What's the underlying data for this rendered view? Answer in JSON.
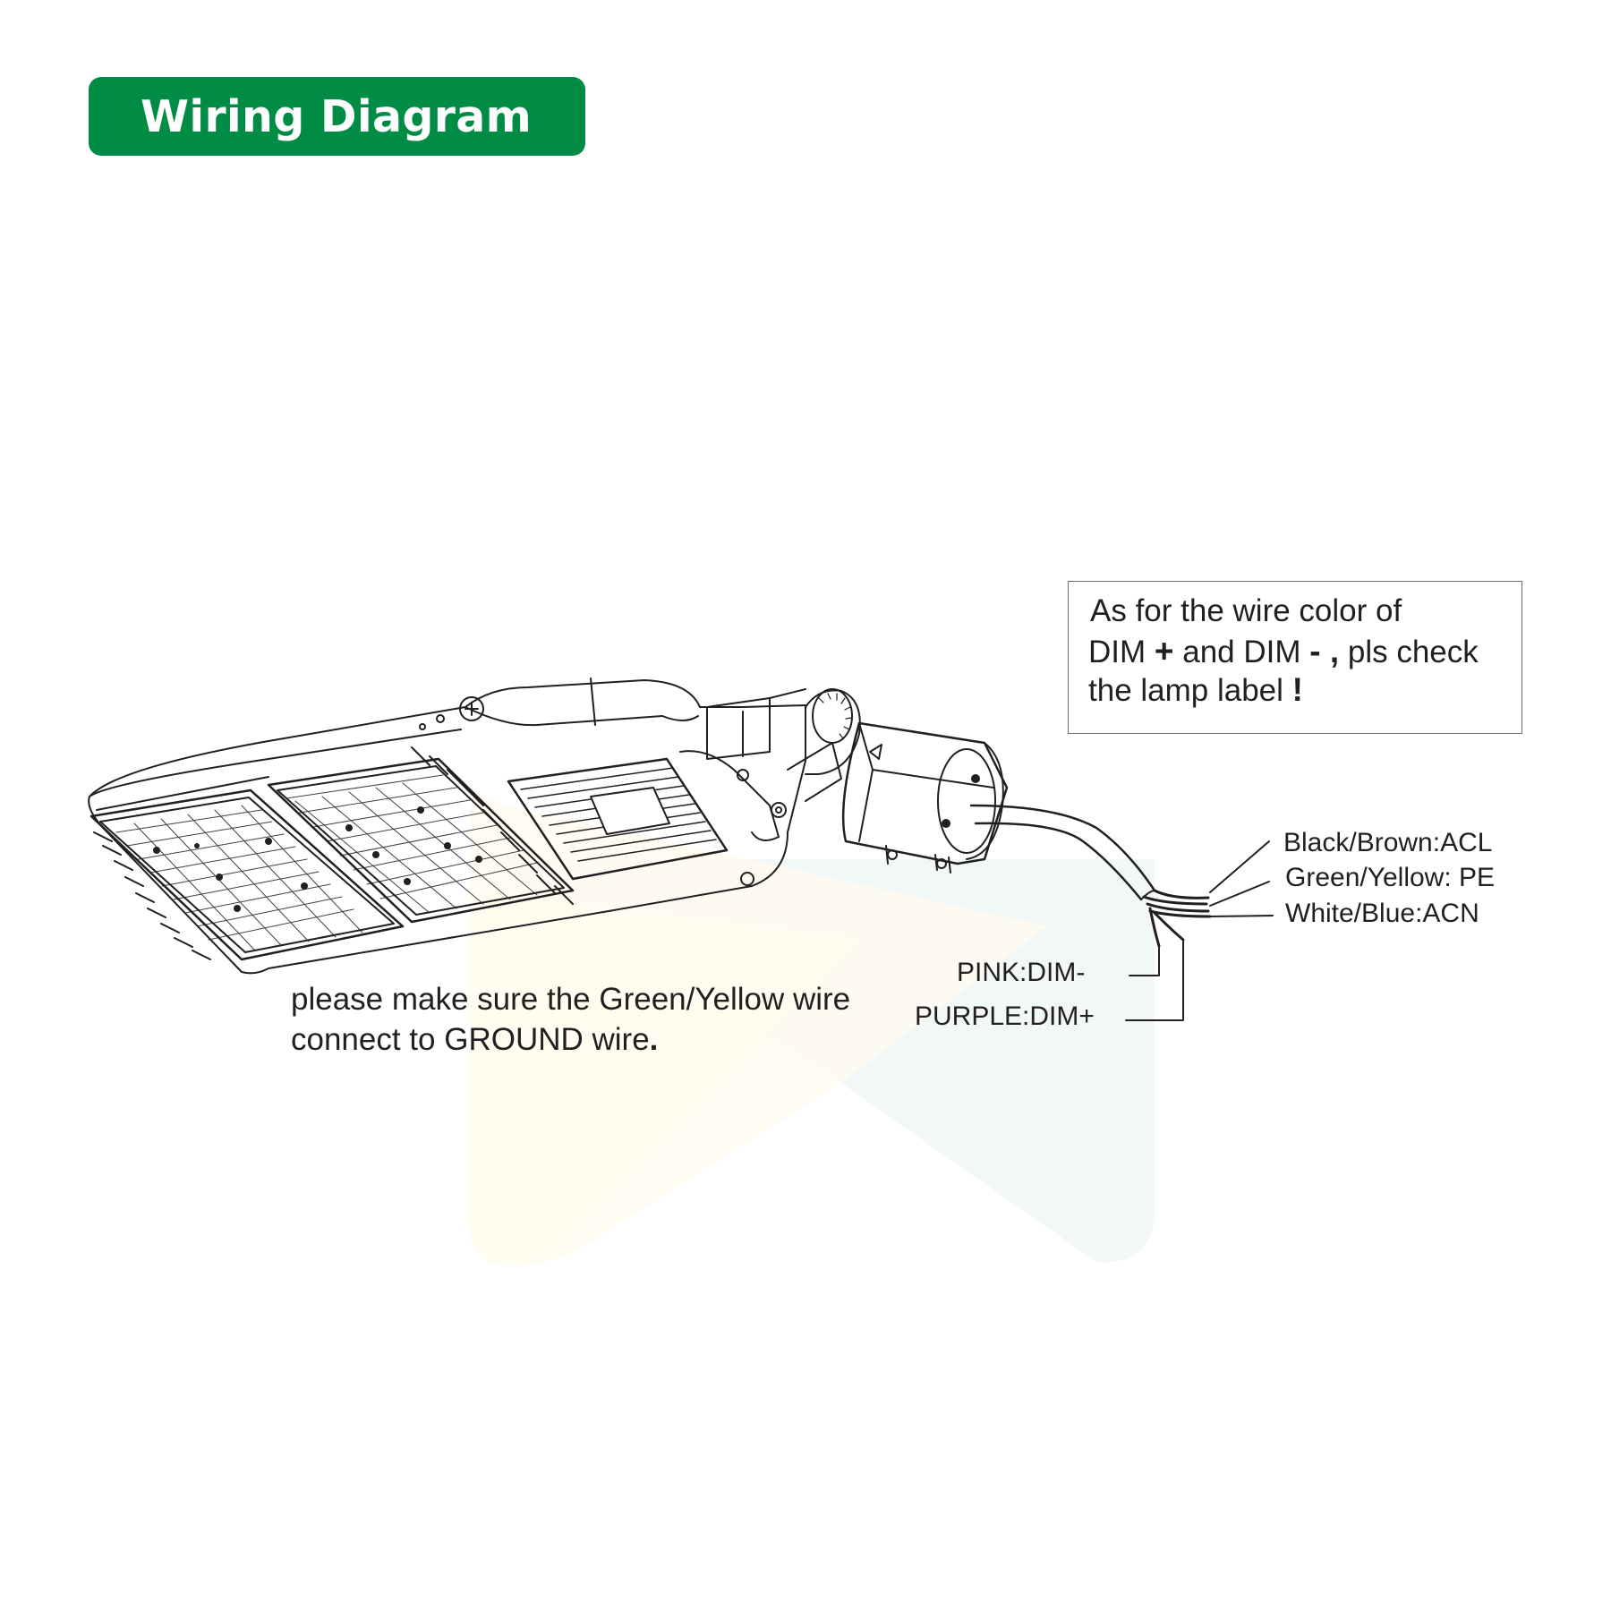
{
  "header": {
    "title": "Wiring Diagram",
    "badge_color": "#008c45"
  },
  "note": {
    "line1": "As for the wire color of",
    "line2_a": "DIM",
    "line2_plus": "+",
    "line2_b": "and DIM",
    "line2_minus": "- ,",
    "line2_c": "pls check",
    "line3": "the lamp label",
    "line3_mark": "!"
  },
  "wires": {
    "acl": "Black/Brown:ACL",
    "pe": "Green/Yellow: PE",
    "acn": "White/Blue:ACN",
    "dim_minus": "PINK:DIM-",
    "dim_plus": "PURPLE:DIM+"
  },
  "ground_note": {
    "line1": "please make sure the Green/Yellow wire",
    "line2": "connect to GROUND wire",
    "line2_end": "."
  },
  "icons": {
    "fixture": "led-street-light-icon",
    "watermark": "play-logo-watermark-icon"
  },
  "colors": {
    "watermark_yellow": "#fffcf0",
    "watermark_teal": "#f1f8f5",
    "line": "#231f20"
  }
}
